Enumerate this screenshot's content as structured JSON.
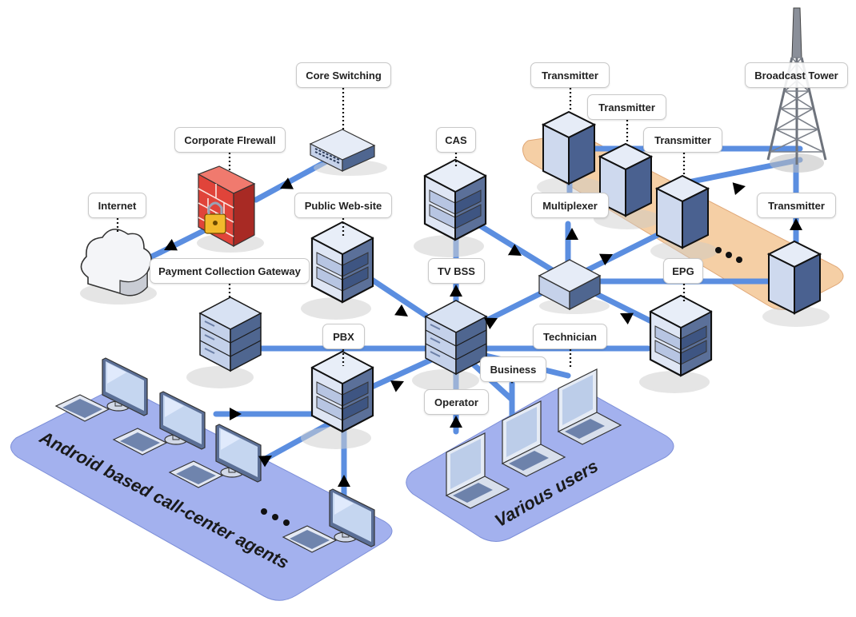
{
  "labels": {
    "core_switching": "Core Switching",
    "corporate_firewall": "Corporate FIrewall",
    "internet": "Internet",
    "public_web_site": "Public Web-site",
    "payment_gateway": "Payment Collection Gateway",
    "cas": "CAS",
    "tv_bss": "TV BSS",
    "multiplexer": "Multiplexer",
    "transmitter_1": "Transmitter",
    "transmitter_2": "Transmitter",
    "transmitter_3": "Transmitter",
    "transmitter_4": "Transmitter",
    "broadcast_tower": "Broadcast Tower",
    "epg": "EPG",
    "pbx": "PBX",
    "technician": "Technician",
    "business": "Business",
    "operator": "Operator"
  },
  "groups": {
    "call_center": "Android based call-center agents",
    "various_users": "Various users"
  },
  "colors": {
    "link": "#5b8ee0",
    "zone_blue": "#a3b1ee",
    "zone_orange": "#f5cfa5",
    "device_light": "#d2ddf0",
    "device_mid": "#9fb1cf",
    "device_dark": "#4f6690",
    "firewall_red": "#d93a32"
  },
  "icons": [
    "cloud-icon",
    "firewall-icon",
    "switch-icon",
    "server-icon",
    "cube-icon",
    "monitor-icon",
    "laptop-icon",
    "tower-icon",
    "arrow-icon"
  ]
}
